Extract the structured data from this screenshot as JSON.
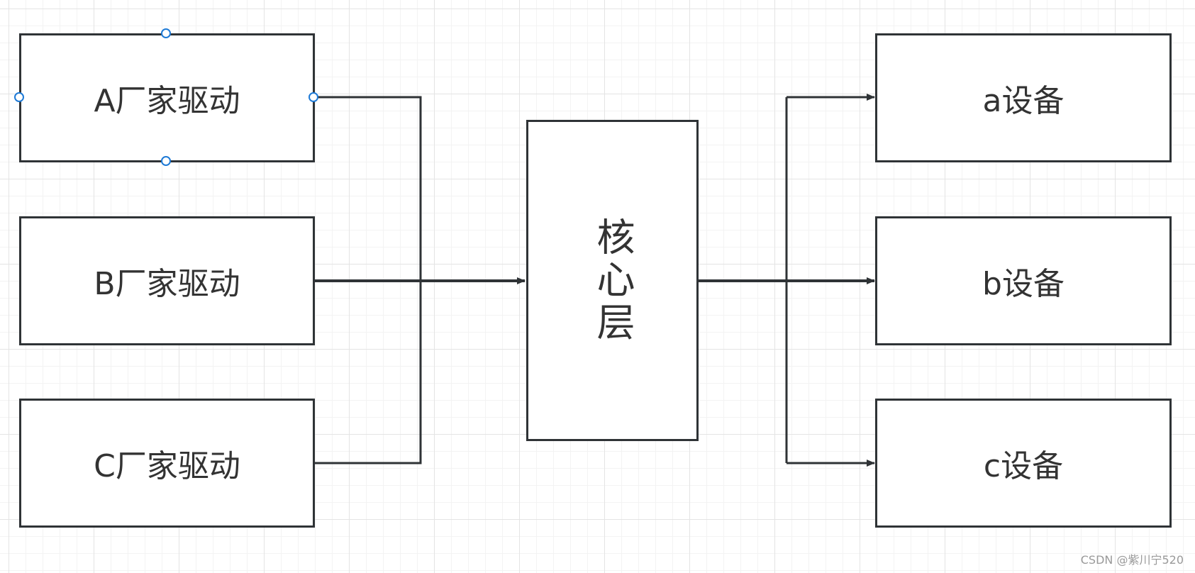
{
  "diagram": {
    "drivers": [
      {
        "label": "A厂家驱动"
      },
      {
        "label": "B厂家驱动"
      },
      {
        "label": "C厂家驱动"
      }
    ],
    "core": {
      "label": "核心层"
    },
    "devices": [
      {
        "label": "a设备"
      },
      {
        "label": "b设备"
      },
      {
        "label": "c设备"
      }
    ],
    "colors": {
      "stroke": "#2f3336",
      "handle": "#1e7ad6",
      "text": "#333333"
    }
  },
  "watermark": "CSDN @紫川宁520"
}
